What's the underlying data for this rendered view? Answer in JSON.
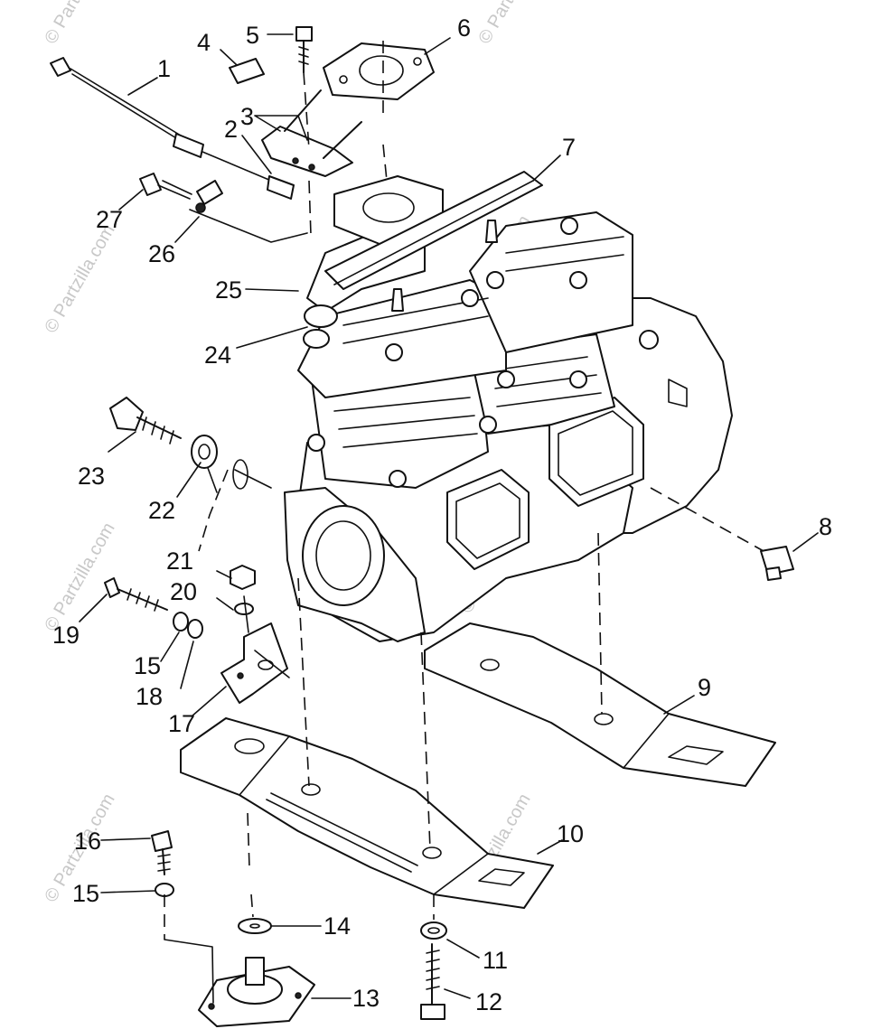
{
  "watermark": "© Partzilla.com",
  "callouts": [
    {
      "id": "1",
      "label": "1"
    },
    {
      "id": "2",
      "label": "2"
    },
    {
      "id": "3",
      "label": "3"
    },
    {
      "id": "4",
      "label": "4"
    },
    {
      "id": "5",
      "label": "5"
    },
    {
      "id": "6",
      "label": "6"
    },
    {
      "id": "7",
      "label": "7"
    },
    {
      "id": "8",
      "label": "8"
    },
    {
      "id": "9",
      "label": "9"
    },
    {
      "id": "10",
      "label": "10"
    },
    {
      "id": "11",
      "label": "11"
    },
    {
      "id": "12",
      "label": "12"
    },
    {
      "id": "13",
      "label": "13"
    },
    {
      "id": "14",
      "label": "14"
    },
    {
      "id": "15a",
      "label": "15"
    },
    {
      "id": "15b",
      "label": "15"
    },
    {
      "id": "16",
      "label": "16"
    },
    {
      "id": "17",
      "label": "17"
    },
    {
      "id": "18",
      "label": "18"
    },
    {
      "id": "19",
      "label": "19"
    },
    {
      "id": "20",
      "label": "20"
    },
    {
      "id": "21",
      "label": "21"
    },
    {
      "id": "22",
      "label": "22"
    },
    {
      "id": "23",
      "label": "23"
    },
    {
      "id": "24",
      "label": "24"
    },
    {
      "id": "25",
      "label": "25"
    },
    {
      "id": "26",
      "label": "26"
    },
    {
      "id": "27",
      "label": "27"
    }
  ]
}
